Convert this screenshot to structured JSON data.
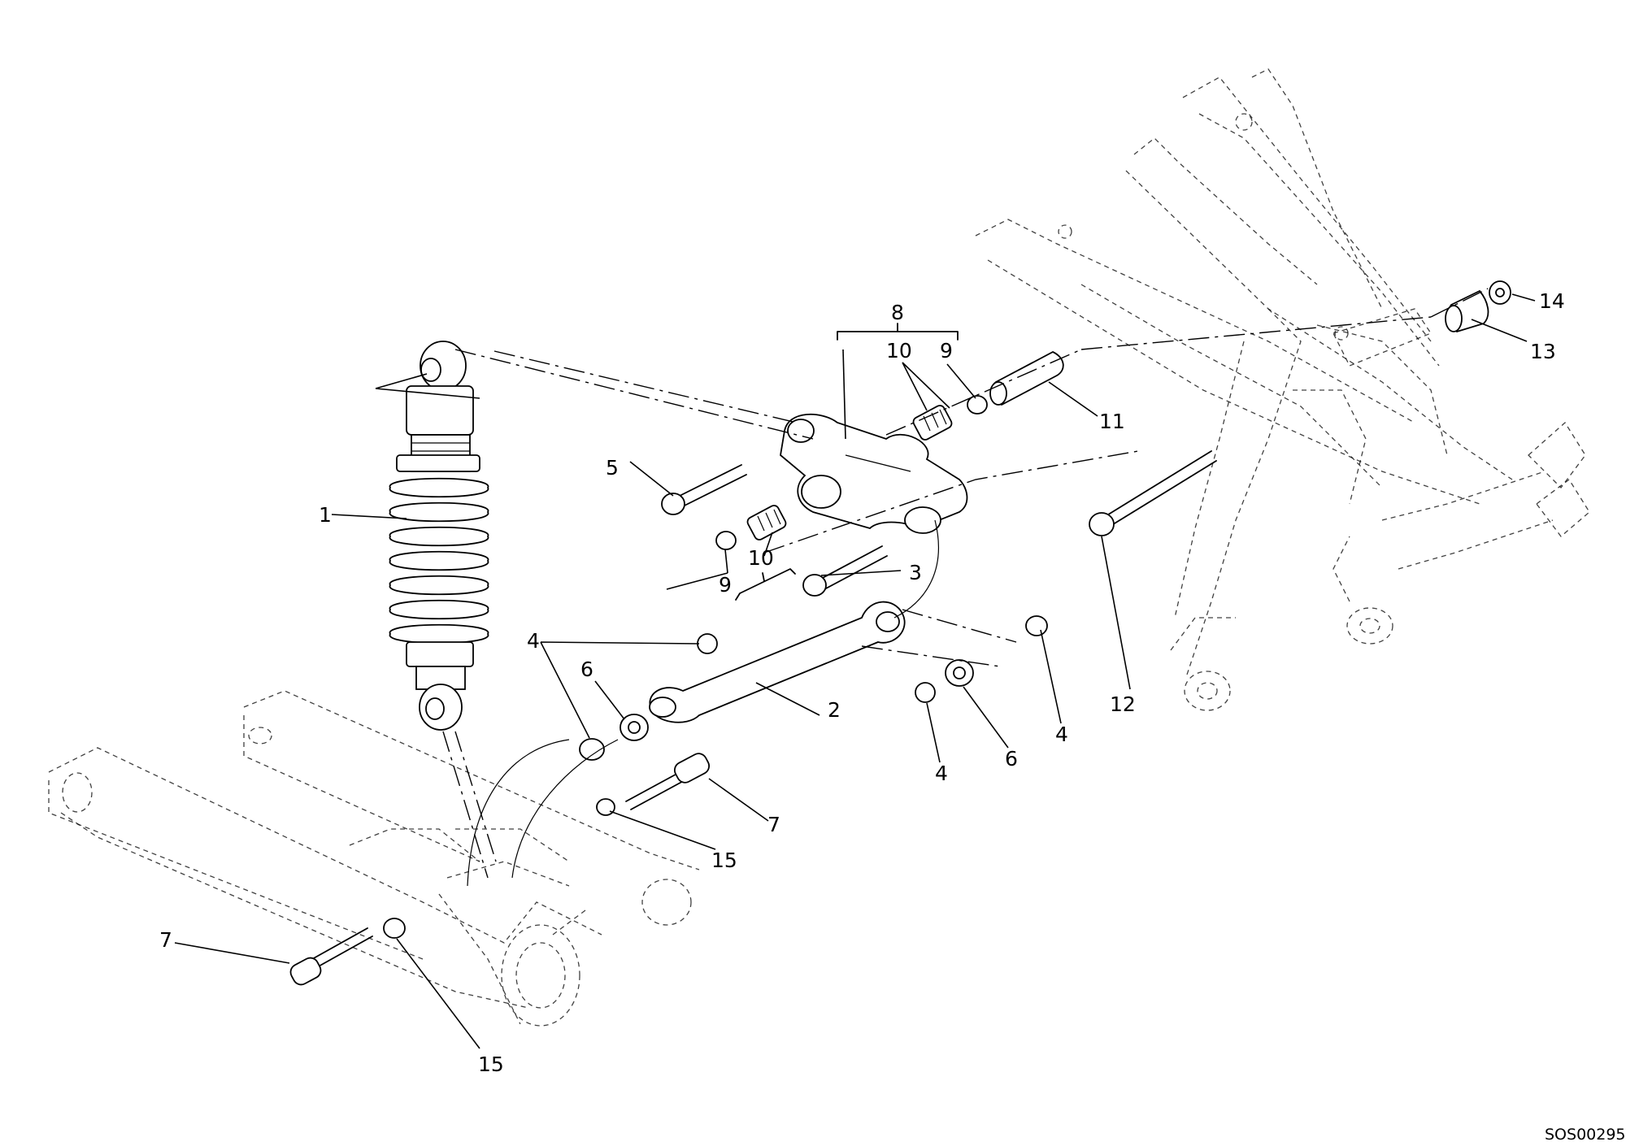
{
  "drawing_code": "SOS00295",
  "callouts": {
    "c1": "1",
    "c2": "2",
    "c3": "3",
    "c4a": "4",
    "c4b": "4",
    "c4c": "4",
    "c5": "5",
    "c6a": "6",
    "c6b": "6",
    "c7a": "7",
    "c7b": "7",
    "c8": "8",
    "c9a": "9",
    "c9b": "9",
    "c10a": "10",
    "c10b": "10",
    "c11": "11",
    "c12": "12",
    "c13": "13",
    "c14": "14",
    "c15a": "15",
    "c15b": "15"
  }
}
